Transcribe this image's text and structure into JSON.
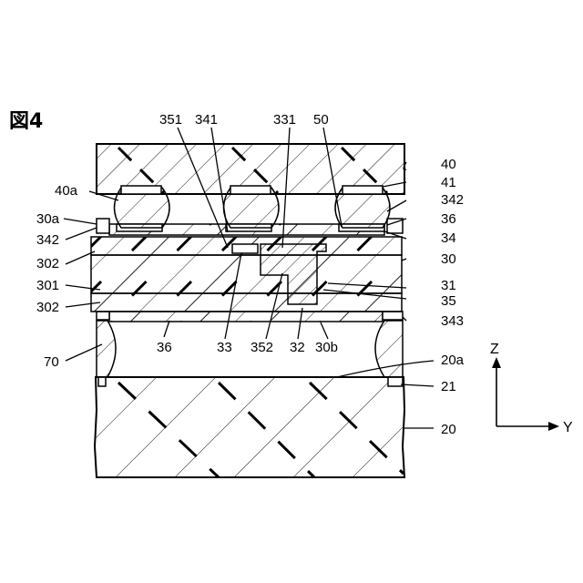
{
  "figure": {
    "title": "図4",
    "axes": {
      "z_label": "Z",
      "y_label": "Y"
    },
    "labels": {
      "l351": "351",
      "l341": "341",
      "l331": "331",
      "l50": "50",
      "l40": "40",
      "l41": "41",
      "l40a": "40a",
      "l342r": "342",
      "l30a": "30a",
      "l36r": "36",
      "l342l": "342",
      "l34": "34",
      "l302a": "302",
      "l30": "30",
      "l301": "301",
      "l31": "31",
      "l302b": "302",
      "l35": "35",
      "l343": "343",
      "l36b": "36",
      "l33": "33",
      "l352": "352",
      "l32": "32",
      "l30b": "30b",
      "l70": "70",
      "l20a": "20a",
      "l21": "21",
      "l20": "20"
    }
  }
}
